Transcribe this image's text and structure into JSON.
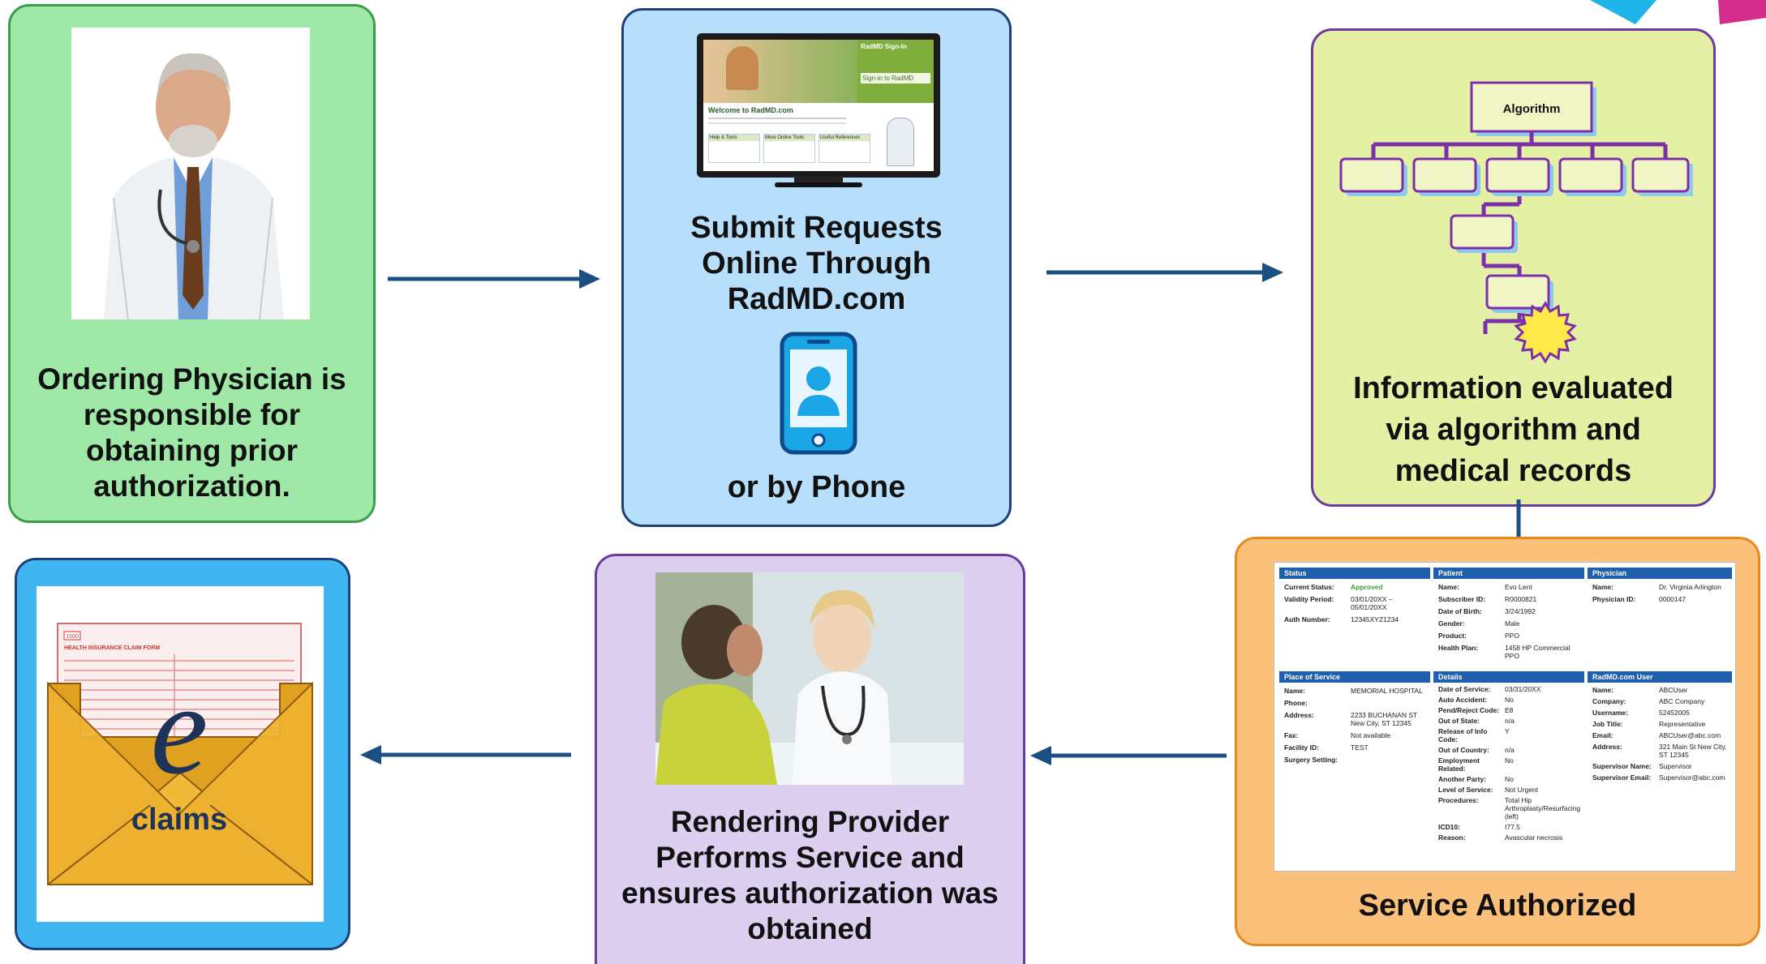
{
  "colors": {
    "green_box": "#a0e8a8",
    "green_border": "#3a9d4a",
    "blue_box": "#b7dffb",
    "blue_border": "#1d3f7a",
    "yellow_box": "#e4f0a4",
    "purple_border": "#6b3aa0",
    "orange_box": "#fbc07a",
    "orange_border": "#e88a1c",
    "lavender_box": "#dccff0",
    "cyan_box": "#3fb6f2",
    "arrow": "#1b4f82",
    "algorithm_line": "#7b2fa8"
  },
  "step1": {
    "lines": [
      "Ordering Physician is",
      "responsible for",
      "obtaining prior",
      "authorization."
    ]
  },
  "step2": {
    "lines": [
      "Submit Requests",
      "Online Through",
      "RadMD.com"
    ],
    "alt": "or by Phone",
    "monitor": {
      "banner": "RadMD Sign-In",
      "welcome": "Welcome to RadMD.com",
      "col_headers": [
        "Help & Tools",
        "More Online Tools",
        "Useful References"
      ],
      "side_link": "Sign-in to RadMD"
    }
  },
  "step3": {
    "algorithm_label": "Algorithm",
    "lines": [
      "Information evaluated",
      "via algorithm and",
      "medical records"
    ]
  },
  "step4": {
    "label": "Service Authorized",
    "form": {
      "status": {
        "header": "Status",
        "rows": [
          {
            "k": "Current Status:",
            "v": "Approved"
          },
          {
            "k": "Validity Period:",
            "v": "03/01/20XX – 05/01/20XX"
          },
          {
            "k": "Auth Number:",
            "v": "12345XYZ1234"
          }
        ]
      },
      "patient": {
        "header": "Patient",
        "rows": [
          {
            "k": "Name:",
            "v": "Evo Lent"
          },
          {
            "k": "Subscriber ID:",
            "v": "R0000821"
          },
          {
            "k": "Date of Birth:",
            "v": "3/24/1992"
          },
          {
            "k": "Gender:",
            "v": "Male"
          },
          {
            "k": "Product:",
            "v": "PPO"
          },
          {
            "k": "Health Plan:",
            "v": "1458 HP     Commercial PPO"
          }
        ]
      },
      "physician": {
        "header": "Physician",
        "rows": [
          {
            "k": "Name:",
            "v": "Dr. Virginia Arlington"
          },
          {
            "k": "Physician ID:",
            "v": "0000147"
          }
        ]
      },
      "place": {
        "header": "Place of Service",
        "rows": [
          {
            "k": "Name:",
            "v": "MEMORIAL HOSPITAL"
          },
          {
            "k": "Phone:",
            "v": ""
          },
          {
            "k": "Address:",
            "v": "2233 BUCHANAN ST New City, ST 12345"
          },
          {
            "k": "Fax:",
            "v": "Not available"
          },
          {
            "k": "Facility ID:",
            "v": "TEST"
          },
          {
            "k": "Surgery Setting:",
            "v": ""
          }
        ]
      },
      "details": {
        "header": "Details",
        "rows": [
          {
            "k": "Date of Service:",
            "v": "03/31/20XX"
          },
          {
            "k": "Auto Accident:",
            "v": "No"
          },
          {
            "k": "Pend/Reject Code:",
            "v": "E8"
          },
          {
            "k": "Out of State:",
            "v": "n/a"
          },
          {
            "k": "Release of Info Code:",
            "v": "Y"
          },
          {
            "k": "Out of Country:",
            "v": "n/a"
          },
          {
            "k": "Employment Related:",
            "v": "No"
          },
          {
            "k": "Another Party:",
            "v": "No"
          },
          {
            "k": "Level of Service:",
            "v": "Not Urgent"
          },
          {
            "k": "Procedures:",
            "v": "Total Hip Arthroplasty/Resurfacing (left)"
          },
          {
            "k": "ICD10:",
            "v": "I77.5"
          },
          {
            "k": "Reason:",
            "v": "Avascular necrosis"
          }
        ]
      },
      "user": {
        "header": "RadMD.com User",
        "rows": [
          {
            "k": "Name:",
            "v": "ABCUser"
          },
          {
            "k": "Company:",
            "v": "ABC Company"
          },
          {
            "k": "Username:",
            "v": "52452005"
          },
          {
            "k": "Job Title:",
            "v": "Representative"
          },
          {
            "k": "Email:",
            "v": "ABCUser@abc.com"
          },
          {
            "k": "Address:",
            "v": "321 Main St New City, ST 12345"
          },
          {
            "k": "Supervisor Name:",
            "v": "Supervisor"
          },
          {
            "k": "Supervisor Email:",
            "v": "Supervisor@abc.com"
          }
        ]
      }
    }
  },
  "step5": {
    "lines": [
      "Rendering Provider",
      "Performs Service and",
      "ensures authorization was",
      "obtained"
    ]
  },
  "step6": {
    "form_header": "HEALTH INSURANCE CLAIM FORM",
    "form_badge": "1500",
    "letter": "e",
    "word": "claims"
  }
}
